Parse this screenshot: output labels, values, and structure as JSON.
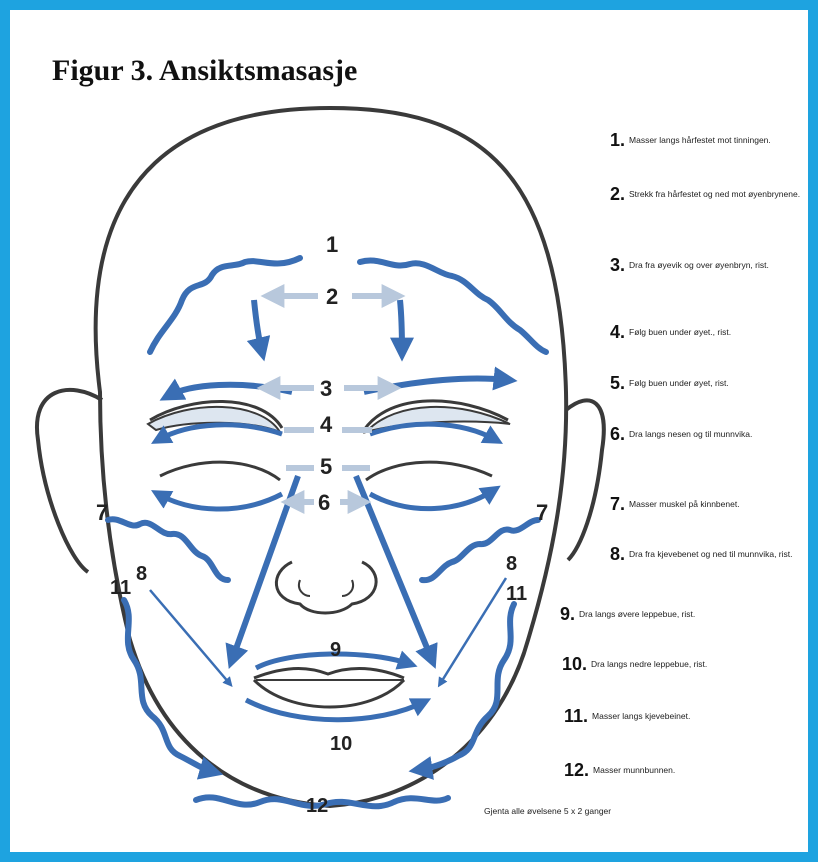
{
  "title": "Figur 3. Ansiktsmasasje",
  "colors": {
    "border": "#1ea3e0",
    "arrow": "#3a6eb4",
    "arrow_light": "#c9d6e6",
    "outline": "#3a3a3a"
  },
  "face_labels": {
    "l1": "1",
    "l2": "2",
    "l3": "3",
    "l4": "4",
    "l5": "5",
    "l6": "6",
    "l7a": "7",
    "l7b": "7",
    "l8a": "8",
    "l8b": "8",
    "l9": "9",
    "l10": "10",
    "l11a": "11",
    "l11b": "11",
    "l12": "12"
  },
  "steps": [
    {
      "n": "1.",
      "text": "Masser langs hårfestet mot tinningen."
    },
    {
      "n": "2.",
      "text": "Strekk fra hårfestet og ned mot øyenbrynene."
    },
    {
      "n": "3.",
      "text": "Dra fra øyevik og over øyenbryn, rist."
    },
    {
      "n": "4.",
      "text": "Følg buen under øyet., rist."
    },
    {
      "n": "5.",
      "text": "Følg buen under øyet, rist."
    },
    {
      "n": "6.",
      "text": "Dra langs nesen og til munnvika."
    },
    {
      "n": "7.",
      "text": "Masser muskel på kinnbenet."
    },
    {
      "n": "8.",
      "text": "Dra fra kjevebenet og ned til munnvika, rist."
    },
    {
      "n": "9.",
      "text": "Dra langs øvere leppebue, rist."
    },
    {
      "n": "10.",
      "text": "Dra langs nedre leppebue, rist."
    },
    {
      "n": "11.",
      "text": "Masser langs kjevebeinet."
    },
    {
      "n": "12.",
      "text": "Masser munnbunnen."
    }
  ],
  "repeat_note": "Gjenta alle øvelsene 5 x 2 ganger"
}
